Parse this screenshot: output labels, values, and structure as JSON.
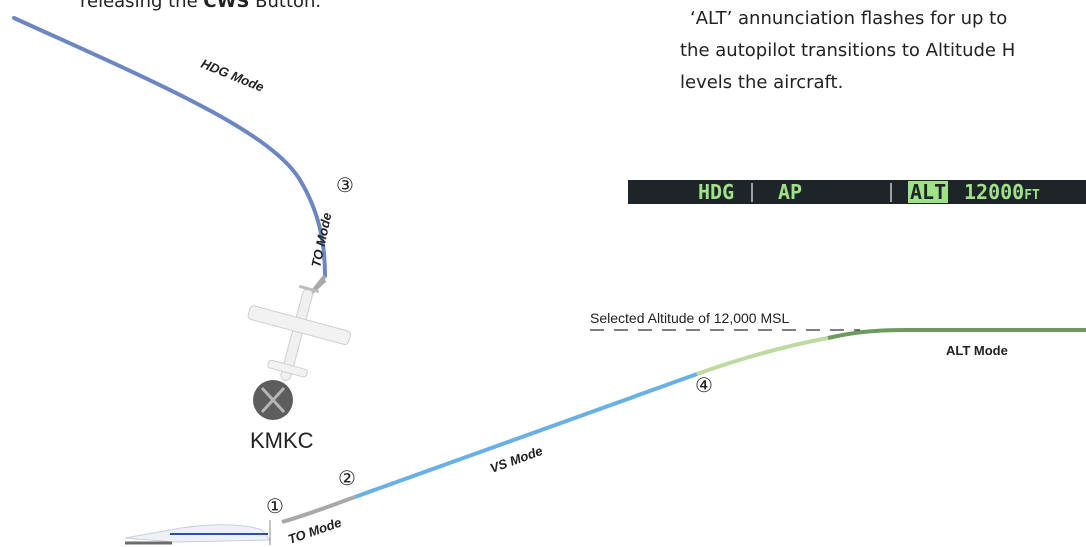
{
  "top_left_text": {
    "prefix": "releasing the ",
    "bold": "CWS",
    "suffix": " Button."
  },
  "top_right_text": {
    "line1": "‘ALT’ annunciation flashes for up to",
    "line2": "the autopilot transitions to Altitude H",
    "line3": "levels the aircraft."
  },
  "afcs_bar": {
    "lateral": "HDG",
    "ap": "AP",
    "vertical": "ALT",
    "altitude": "12000",
    "units": "FT"
  },
  "labels": {
    "hdg_mode": "HDG Mode",
    "to_mode_upper": "TO Mode",
    "to_mode_lower": "TO Mode",
    "vs_mode": "VS Mode",
    "alt_mode": "ALT Mode",
    "airport": "KMKC",
    "selected_altitude": "Selected Altitude of 12,000 MSL"
  },
  "markers": {
    "m1": "①",
    "m2": "②",
    "m3": "③",
    "m4": "④"
  },
  "colors": {
    "hdg_path": "#6b86c0",
    "to_path": "#a8a8a8",
    "vs_path": "#6ab0e4",
    "alt_capture": "#bfd9a2",
    "alt_path": "#6f9a5e",
    "afcs_bg": "#1e2529",
    "afcs_text": "#9fe088"
  }
}
